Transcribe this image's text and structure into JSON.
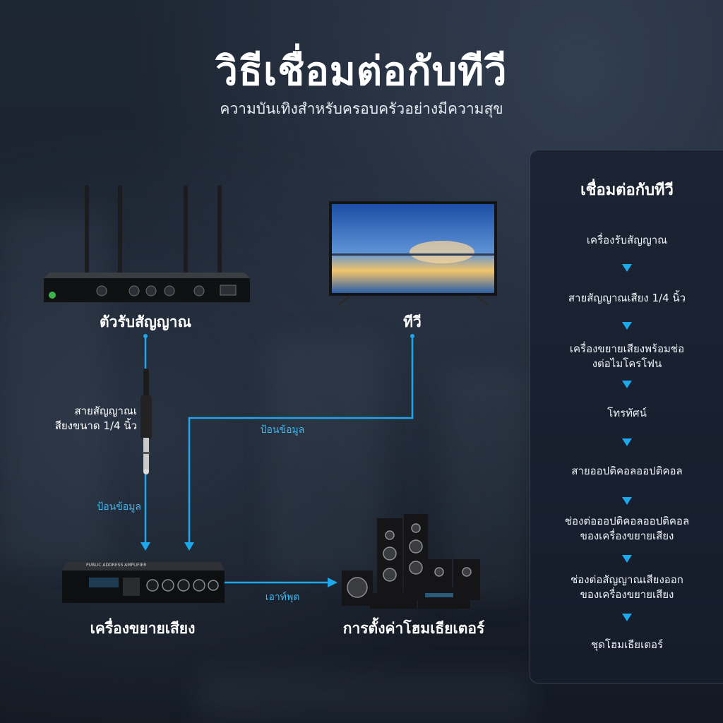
{
  "header": {
    "title": "วิธีเชื่อมต่อกับทีวี",
    "subtitle": "ความบันเทิงสำหรับครอบครัวอย่างมีความสุข"
  },
  "devices": {
    "receiver": "ตัวรับสัญญาณ",
    "tv": "ทีวี",
    "amplifier": "เครื่องขยายเสียง",
    "home_theater": "การตั้งค่าโฮมเธียเตอร์"
  },
  "amplifier_panel_text": "PUBLIC ADDRESS AMPLIFIER",
  "cable": {
    "line1": "สายสัญญาณเ",
    "line2": "สียงขนาด 1/4 นิ้ว"
  },
  "flows": {
    "input_left": "ป้อนข้อมูล",
    "input_tv": "ป้อนข้อมูล",
    "output": "เอาท์พุต"
  },
  "panel": {
    "title": "เชื่อมต่อกับทีวี",
    "steps": [
      [
        "เครื่องรับสัญญาณ"
      ],
      [
        "สายสัญญาณเสียง 1/4 นิ้ว"
      ],
      [
        "เครื่องขยายเสียงพร้อมช่อ",
        "งต่อไมโครโฟน"
      ],
      [
        "โทรทัศน์"
      ],
      [
        "สายออปติคอลออปติคอล"
      ],
      [
        "ช่องต่อออปติคอลออปติคอล",
        "ของเครื่องขยายเสียง"
      ],
      [
        "ช่องต่อสัญญาณเสียงออก",
        "ของเครื่องขยายเสียง"
      ],
      [
        "ชุดโฮมเธียเตอร์"
      ]
    ]
  },
  "colors": {
    "accent": "#1ea8ec",
    "background": "#1a222e"
  }
}
